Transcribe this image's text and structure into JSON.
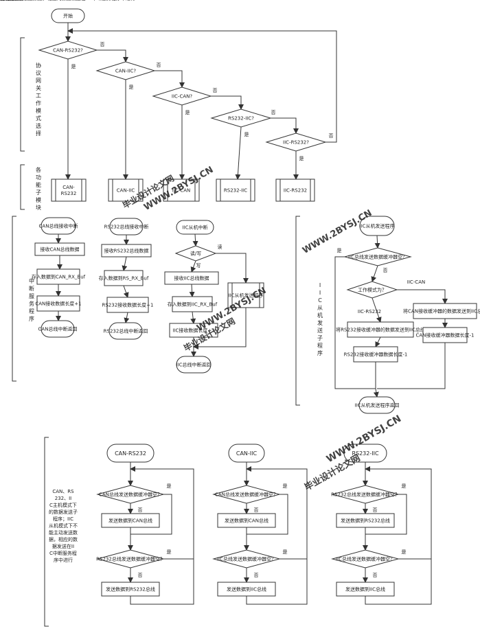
{
  "top": {
    "start": "开始",
    "d1": "CAN-RS232?",
    "d2": "CAN-IIC?",
    "d3": "IIC-CAN?",
    "d4": "RS232-IIC?",
    "d5": "IIC-RS232?",
    "yes": "是",
    "no": "否",
    "m1": [
      "CAN-",
      "RS232"
    ],
    "m2": "CAN-IIC",
    "m3": "IIC-CAN",
    "m4": "RS232-IIC",
    "m5": "IIC-RS232",
    "label_mode": "协议网关工作模式选择",
    "label_module": "各功能子模块"
  },
  "isr": {
    "label": "中断服务程序",
    "can": [
      "CAN总线接收中断",
      "接收CAN总线数据",
      "存入数据到CAN_RX_Buf",
      "CAN接收数据长度+1",
      "CAN总线中断返回"
    ],
    "rs": [
      "RS232总线接收中断",
      "接收RS232总线数据",
      "存入数据到RS_RX_Buf",
      "RS232接收数据长度+1",
      "RS232总线中断返回"
    ],
    "iic": {
      "start": "IIC从机中断",
      "dec": "读/写",
      "write": "写",
      "read": "读",
      "recv": "接收IIC总线数据",
      "store": "存入数据到IIC_RX_Buf",
      "len": "IIC接收数据长度+1",
      "send": "IIC从机发送程序",
      "end": "IIC总线中断返回"
    }
  },
  "iicsend": {
    "label": "IIC从机发送子程序",
    "start": "IIC从机发送程序",
    "dec1": "IIC总线发送数据缓冲器空？",
    "yes": "是",
    "no": "否",
    "dec2": "工作模式为？",
    "rs_branch": "IIC-RS232",
    "can_branch": "IIC-CAN",
    "rs1": "将RS232接收缓冲器的数据发送到IIC总线",
    "rs2": "RS232接收缓冲器数据长度-1",
    "can1": "将CAN接收缓冲器的数据发送到IIC总线",
    "can2": "CAN接收缓冲器数据长度-1",
    "end": "IIC从机发送程序返回"
  },
  "bottom": {
    "note": "CAN、RS232、IIC主机模式下的数据发送子程序；IIC从机模式下不能主动发送数据，相应的数据发送在IIC中断服务程序中进行",
    "yes": "是",
    "no": "否",
    "col1": {
      "title": "CAN-RS232",
      "d1": "CAN总线发送数据缓冲器空？",
      "p1": "发送数据到CAN总线",
      "d2": "RS232总线发送数据缓冲器空？",
      "p2": "发送数据到RS232总线"
    },
    "col2": {
      "title": "CAN-IIC",
      "d1": "CAN总线发送数据缓冲器空？",
      "p1": "发送数据到CAN总线",
      "d2": "IIC总线发送数据缓冲器空？",
      "p2": "发送数据到IIC总线"
    },
    "col3": {
      "title": "RS232-IIC",
      "d1": "RS232总线发送数据缓冲器空？",
      "p1": "发送数据到RS232总线",
      "d2": "IIC总线发送数据缓冲器空？",
      "p2": "发送数据到IIC总线"
    }
  },
  "watermark": {
    "brand": "毕业设计论文网",
    "url": "WWW.2BYSJ.CN"
  }
}
